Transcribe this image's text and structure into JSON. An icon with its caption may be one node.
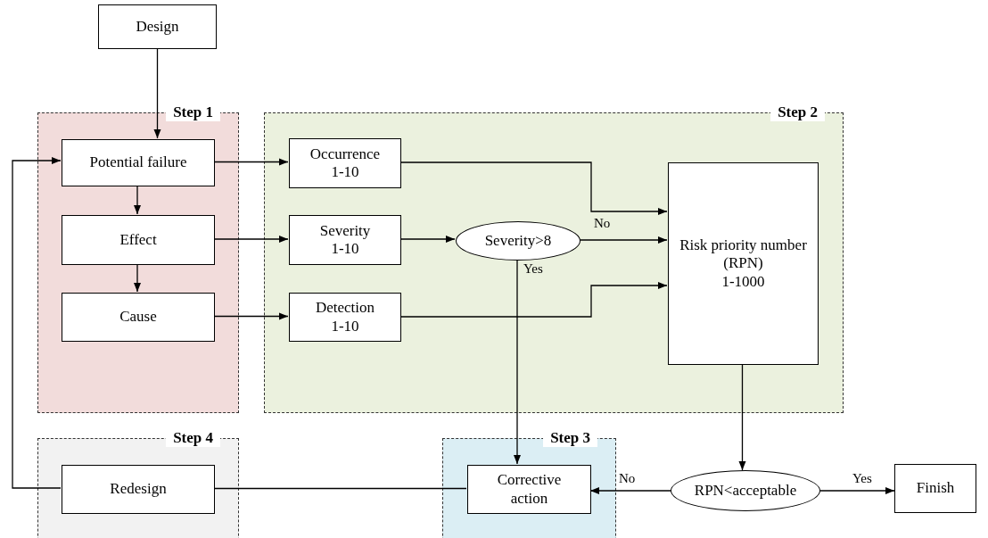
{
  "diagram": {
    "nodes": [
      {
        "text": [
          "Design"
        ]
      },
      {
        "text": [
          "Step 1"
        ]
      },
      {
        "text": [
          "Potential failure"
        ],
        "in": 1
      },
      {
        "text": [
          "Effect"
        ],
        "in": 1
      },
      {
        "text": [
          "Cause"
        ],
        "in": 1
      },
      {
        "text": [
          "Step 2"
        ]
      },
      {
        "text": [
          "Occurrence",
          "1-10"
        ],
        "in": 5
      },
      {
        "text": [
          "Severity",
          "1-10"
        ],
        "in": 5
      },
      {
        "text": [
          "Severity>8"
        ],
        "in": 5
      },
      {
        "text": [
          "Detection",
          "1-10"
        ],
        "in": 5
      },
      {
        "text": [
          "Risk priority number (RPN)",
          "1-1000"
        ],
        "in": 5
      },
      {
        "text": [
          "Step 4"
        ]
      },
      {
        "text": [
          "Redesign"
        ],
        "in": 11
      },
      {
        "text": [
          "Step 3"
        ]
      },
      {
        "text": [
          "Corrective action"
        ],
        "in": 13
      },
      {
        "text": [
          "RPN<acceptable"
        ]
      },
      {
        "text": [
          "Finish"
        ]
      }
    ],
    "edges": [
      {
        "from": 0,
        "to": 2,
        "arrow": "to"
      },
      {
        "from": 2,
        "to": 3,
        "arrow": "to"
      },
      {
        "from": 3,
        "to": 4,
        "arrow": "to"
      },
      {
        "from": 2,
        "to": 6,
        "arrow": "to"
      },
      {
        "from": 3,
        "to": 7,
        "arrow": "to"
      },
      {
        "from": 4,
        "to": 9,
        "arrow": "to"
      },
      {
        "from": 6,
        "to": 10,
        "arrow": "to"
      },
      {
        "from": 7,
        "to": 8,
        "arrow": "to"
      },
      {
        "from": 8,
        "to": 10,
        "arrow": "to",
        "label": "No"
      },
      {
        "from": 9,
        "to": 10,
        "arrow": "to"
      },
      {
        "from": 8,
        "to": 14,
        "arrow": "to",
        "label": "Yes"
      },
      {
        "from": 10,
        "to": 15,
        "arrow": "to"
      },
      {
        "from": 15,
        "to": 14,
        "arrow": "to",
        "label": "No"
      },
      {
        "from": 15,
        "to": 16,
        "arrow": "to",
        "label": "Yes"
      },
      {
        "from": 14,
        "to": 12,
        "arrow": "none"
      },
      {
        "from": 12,
        "to": 2,
        "arrow": "to"
      }
    ]
  }
}
